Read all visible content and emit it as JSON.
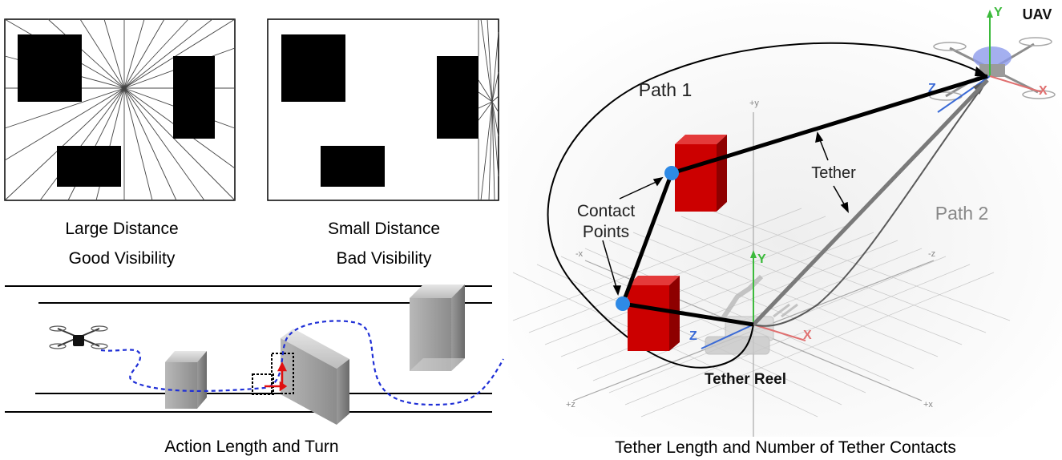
{
  "panels": {
    "visibility_left": {
      "line1": "Large Distance",
      "line2": "Good Visibility"
    },
    "visibility_right": {
      "line1": "Small Distance",
      "line2": "Bad Visibility"
    },
    "action": {
      "caption": "Action Length and Turn"
    },
    "tether": {
      "caption": "Tether Length and Number of Tether Contacts",
      "uav_label": "UAV",
      "path1_label": "Path 1",
      "path2_label": "Path 2",
      "tether_label": "Tether",
      "contact_line1": "Contact",
      "contact_line2": "Points",
      "reel_label": "Tether Reel",
      "axis_y": "Y",
      "axis_z": "Z",
      "axis_x": "X",
      "grid_pos_y": "+y",
      "grid_neg_x": "-x",
      "grid_neg_z": "-z",
      "grid_pos_x": "+x",
      "grid_pos_z": "+z"
    }
  },
  "colors": {
    "obstacle_red": "#cc0000",
    "contact_blue": "#2e8ae6",
    "path_blue": "#1f2fd6",
    "axis_green": "#3cba3c"
  }
}
